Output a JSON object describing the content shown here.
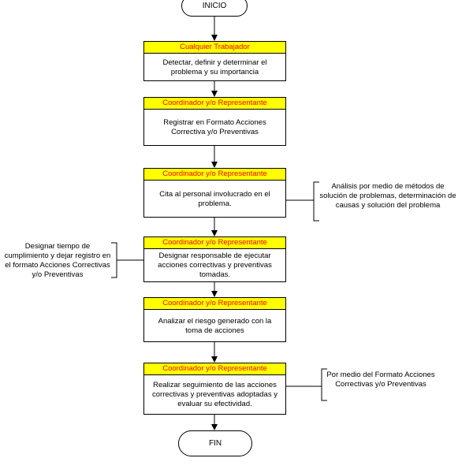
{
  "start_label": "INICIO",
  "end_label": "FIN",
  "steps": [
    {
      "role": "Cualquier Trabajador",
      "text": "Detectar, definir y determinar el problema y su importancia"
    },
    {
      "role": "Coordinador y/o Representante",
      "text": "Registrar en Formato Acciones Correctiva y/o Preventivas"
    },
    {
      "role": "Coordinador y/o Representante",
      "text": "Cita al personal involucrado en el problema."
    },
    {
      "role": "Coordinador y/o Representante",
      "text": "Designar responsable de ejecutar acciones correctivas y preventivas tomadas."
    },
    {
      "role": "Coordinador y/o Representante",
      "text": "Analizar el riesgo generado con la toma de acciones"
    },
    {
      "role": "Coordinador y/o Representante",
      "text": "Realizar seguimiento de las acciones correctivas y preventivas adoptadas y evaluar su efectividad."
    }
  ],
  "notes": {
    "analysis": "Análisis por medio de métodos de solución de problemas, determinación de causas y solución del problema",
    "designate_time": "Designar tiempo de cumplimiento y dejar registro en el formato Acciones Correctivas y/o Preventivas",
    "follow_up": "Por medio del Formato Acciones Correctivas y/o Preventivas"
  },
  "colors": {
    "role_bg": "#ffff00",
    "role_text": "#ff0000",
    "lines": "#000000"
  }
}
